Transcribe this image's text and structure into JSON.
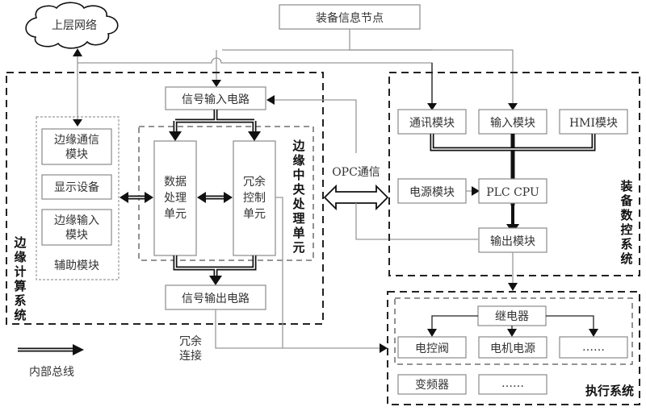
{
  "diagram": {
    "upper_network": "上层网络",
    "equipment_info_node": "装备信息节点",
    "edge_computing_system": {
      "label": "边缘计算系统",
      "signal_input": "信号输入电路",
      "signal_output": "信号输出电路",
      "aux_modules": {
        "label": "辅助模块",
        "items": [
          "边缘通信\n模块",
          "显示设备",
          "边缘输入\n模块"
        ]
      },
      "central_unit": {
        "label": "边缘中央处理单元",
        "data_unit": "数据\n处理\n单元",
        "redundancy_unit": "冗余\n控制\n单元"
      }
    },
    "opc_label": "OPC通信",
    "cnc_system": {
      "label": "装备数控系统",
      "comm_module": "通讯模块",
      "input_module": "输入模块",
      "hmi_module": "HMI模块",
      "power_module": "电源模块",
      "plc_cpu": "PLC  CPU",
      "output_module": "输出模块"
    },
    "execution_system": {
      "label": "执行系统",
      "relay": "继电器",
      "valve": "电控阀",
      "motor_power": "电机电源",
      "ellipsis1": "……",
      "vfd": "变频器",
      "ellipsis2": "……"
    },
    "redundant_connection": "冗余\n连接",
    "legend": {
      "label": "内部总线"
    }
  }
}
